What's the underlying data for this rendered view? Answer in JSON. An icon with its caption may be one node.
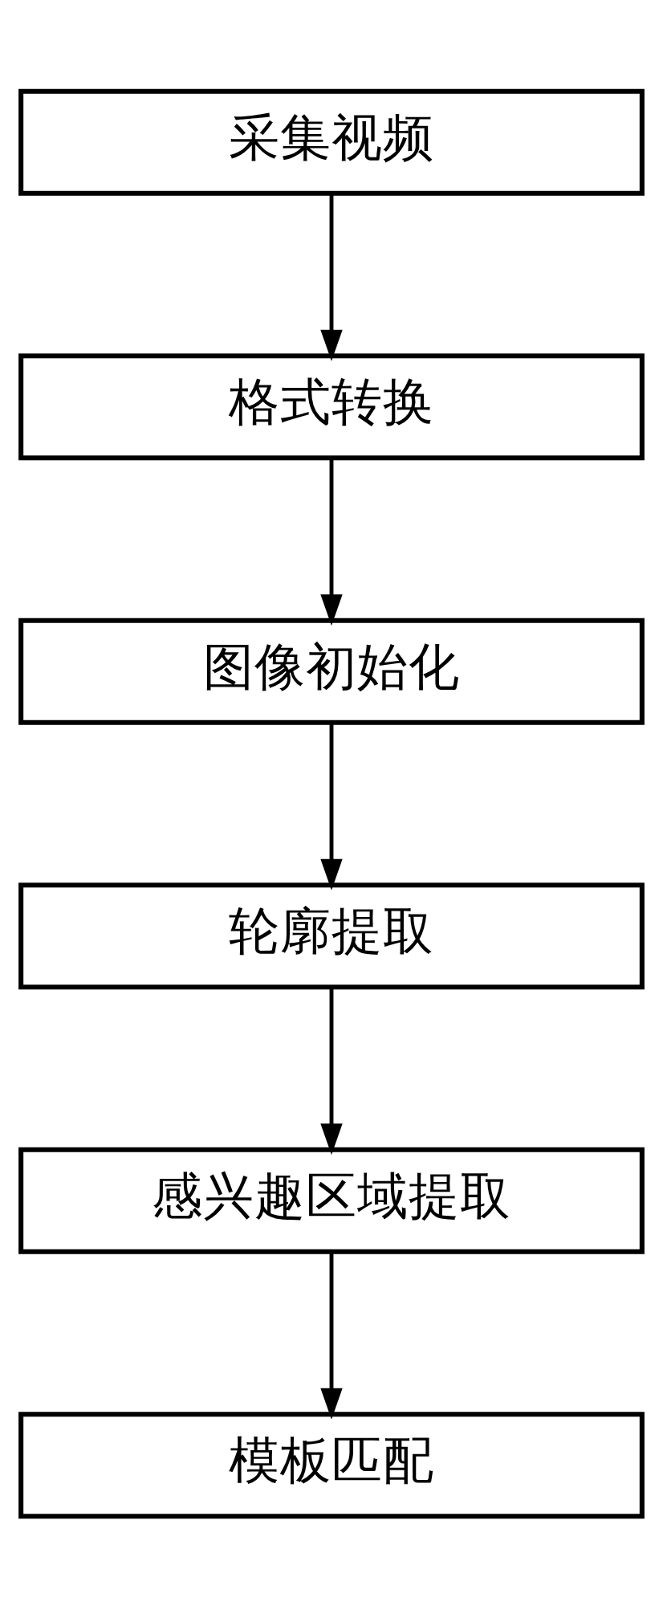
{
  "diagram": {
    "nodes": [
      {
        "text": [
          "采集视频"
        ]
      },
      {
        "text": [
          "格式转换"
        ]
      },
      {
        "text": [
          "图像初始化"
        ]
      },
      {
        "text": [
          "轮廓提取"
        ]
      },
      {
        "text": [
          "感兴趣区域提取"
        ]
      },
      {
        "text": [
          "模板匹配"
        ]
      }
    ],
    "edges": [
      {
        "from": 0,
        "to": 1,
        "arrow": "to"
      },
      {
        "from": 1,
        "to": 2,
        "arrow": "to"
      },
      {
        "from": 2,
        "to": 3,
        "arrow": "to"
      },
      {
        "from": 3,
        "to": 4,
        "arrow": "to"
      },
      {
        "from": 4,
        "to": 5,
        "arrow": "to"
      }
    ]
  }
}
